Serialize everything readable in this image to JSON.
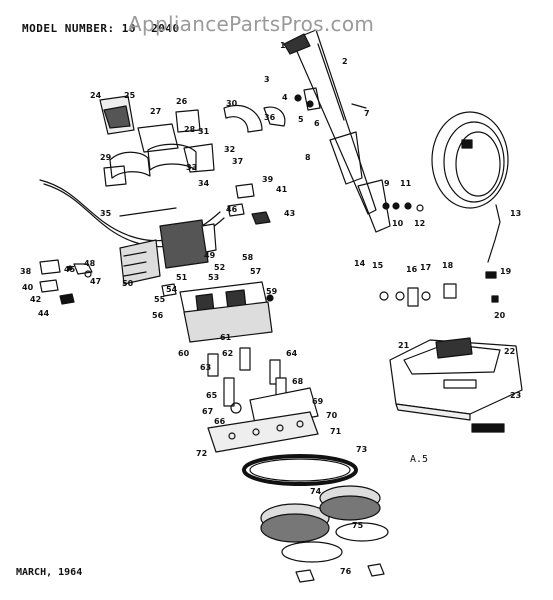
{
  "header": {
    "model_label": "MODEL NUMBER: 10",
    "model_number_tail": "2040"
  },
  "watermark": "AppliancePartsPros.com",
  "footer": {
    "date": "MARCH, 1964",
    "page_code": "A.5"
  },
  "callouts": [
    "1",
    "2",
    "3",
    "4",
    "5",
    "6",
    "7",
    "8",
    "9",
    "10",
    "11",
    "12",
    "13",
    "14",
    "15",
    "16",
    "17",
    "18",
    "19",
    "20",
    "21",
    "22",
    "23",
    "24",
    "25",
    "26",
    "27",
    "28",
    "29",
    "30",
    "31",
    "32",
    "33",
    "34",
    "35",
    "36",
    "37",
    "38",
    "39",
    "40",
    "41",
    "42",
    "43",
    "44",
    "45",
    "46",
    "47",
    "48",
    "49",
    "50",
    "51",
    "52",
    "53",
    "54",
    "55",
    "56",
    "57",
    "58",
    "59",
    "60",
    "61",
    "62",
    "63",
    "64",
    "65",
    "66",
    "67",
    "68",
    "69",
    "70",
    "71",
    "72",
    "73",
    "74",
    "75",
    "76"
  ]
}
